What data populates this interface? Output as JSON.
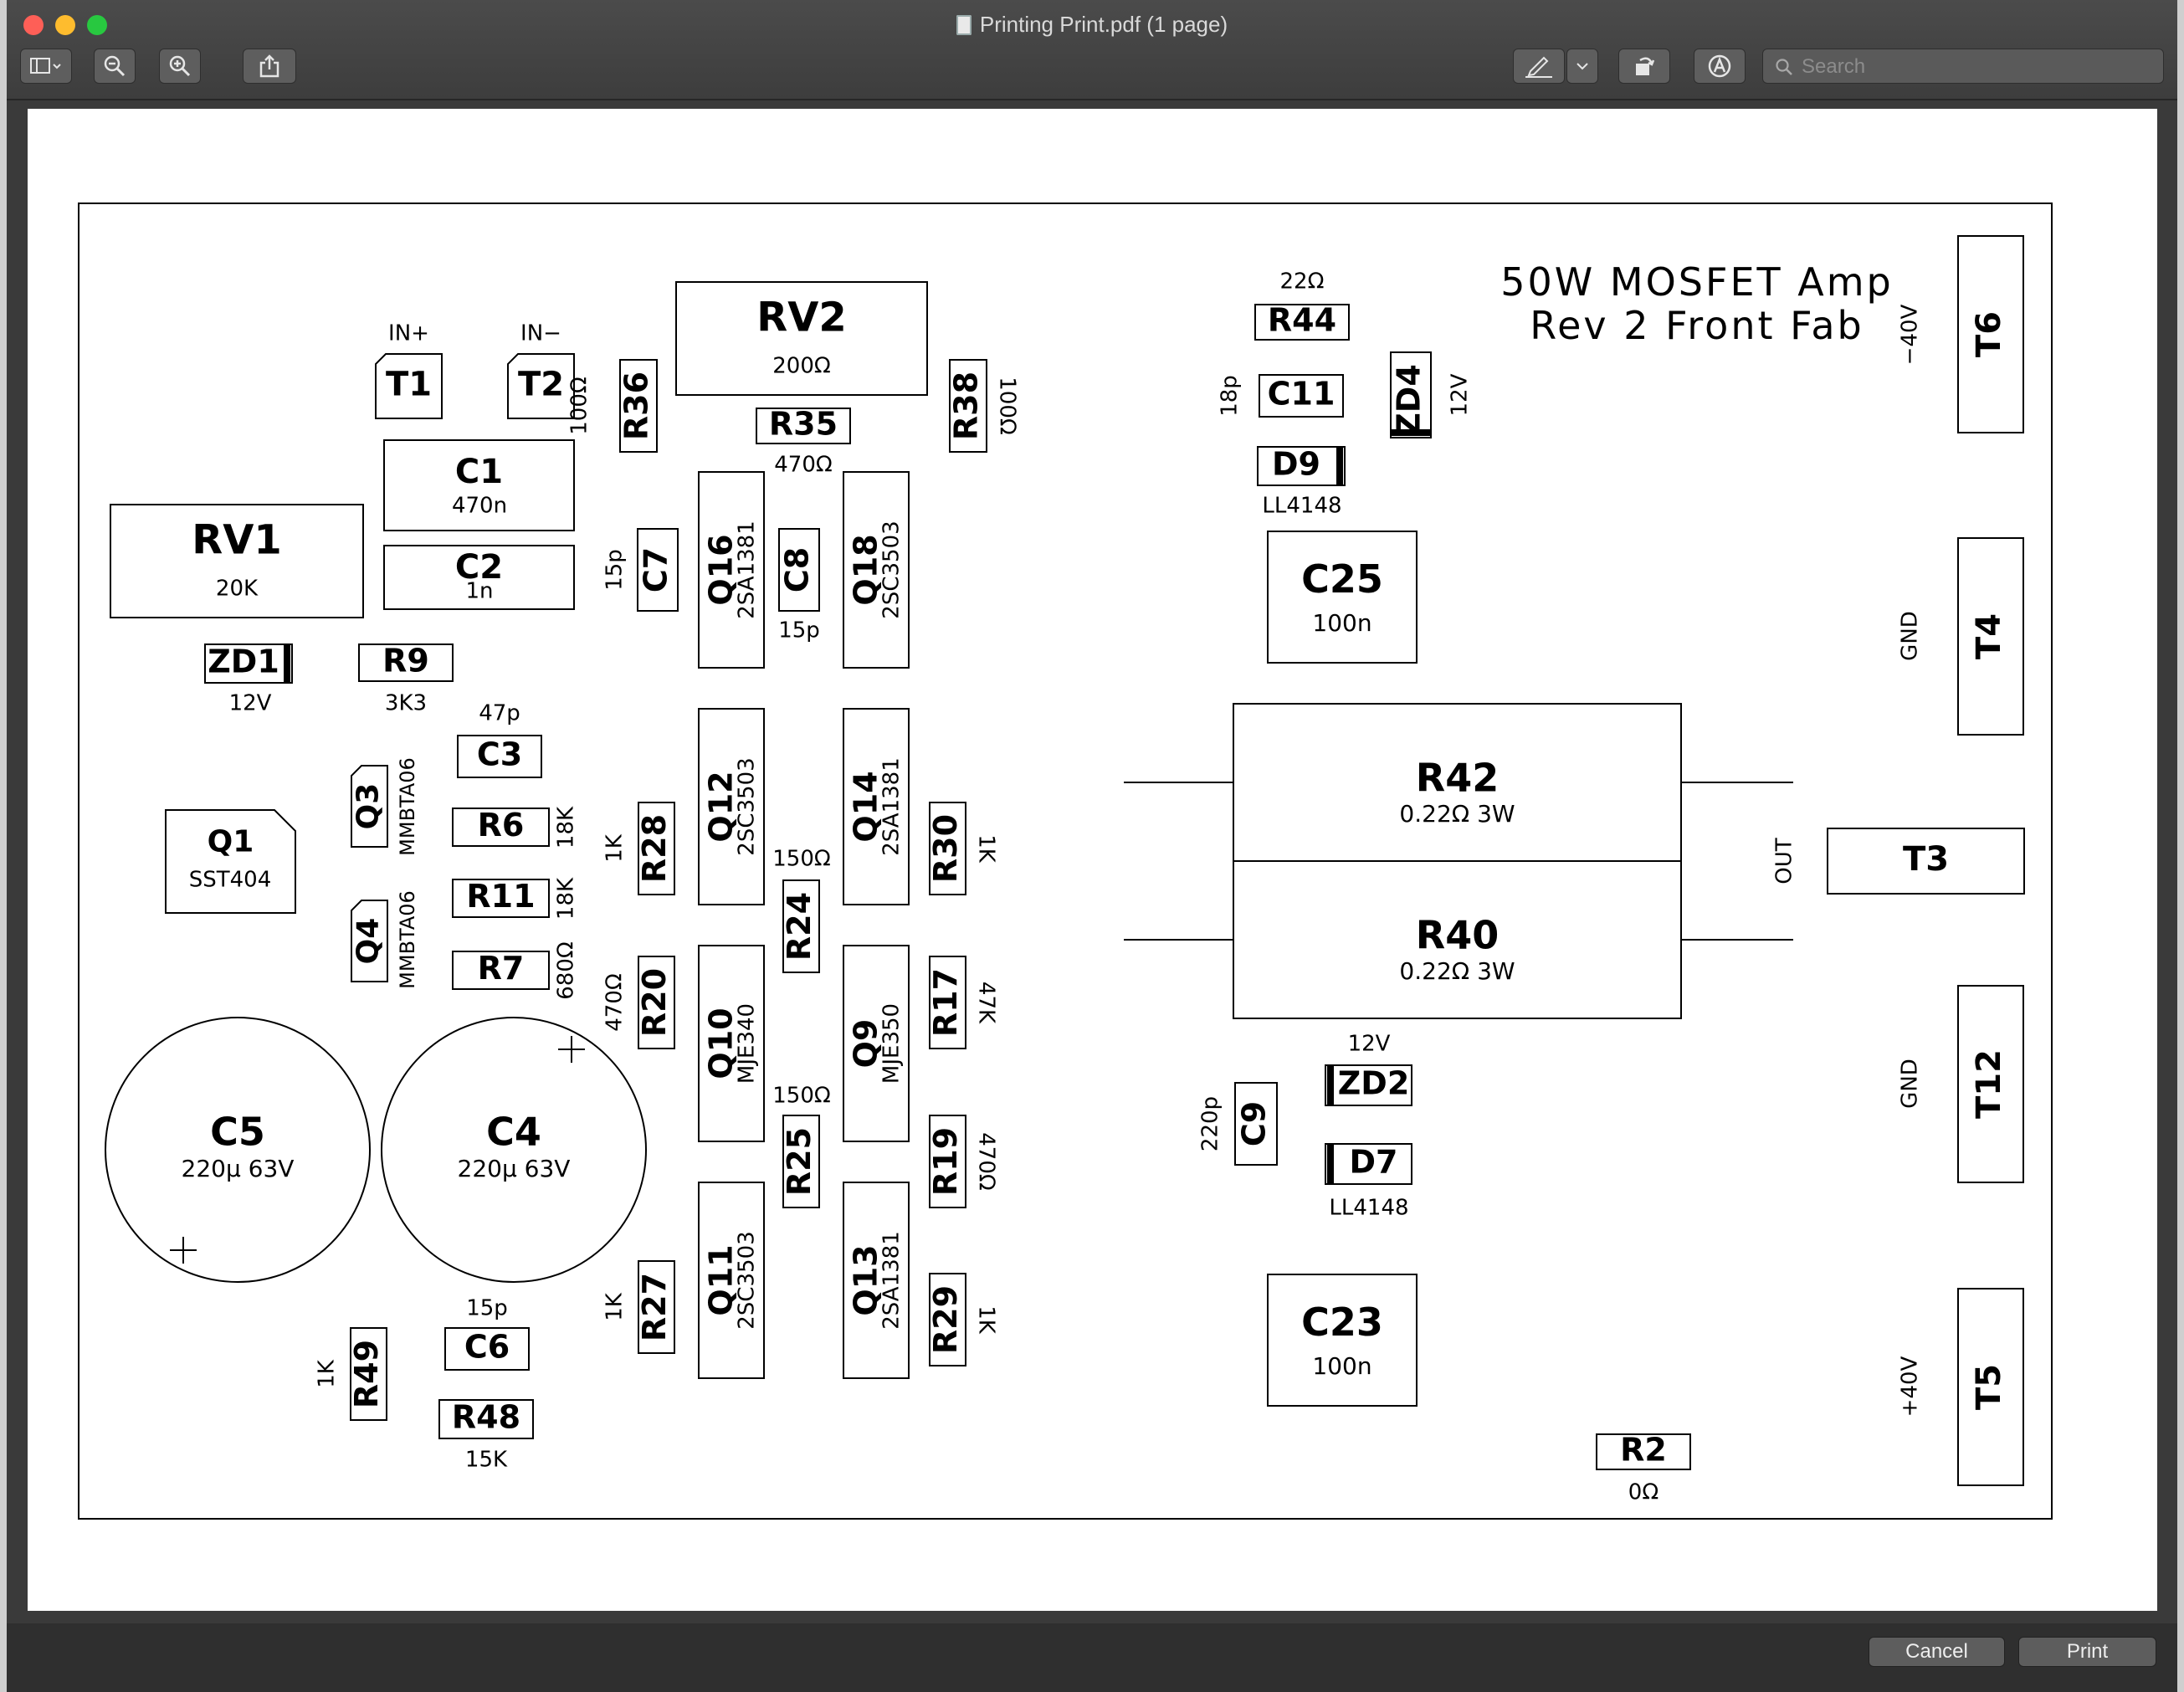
{
  "window": {
    "title": "Printing Print.pdf (1 page)"
  },
  "toolbar": {
    "search_placeholder": "Search"
  },
  "buttons": {
    "cancel": "Cancel",
    "print": "Print"
  },
  "board": {
    "title_lines": [
      "50W MOSFET Amp",
      "Rev 2 Front Fab"
    ],
    "components": [
      {
        "ref": "RV2",
        "value": "200Ω"
      },
      {
        "ref": "RV1",
        "value": "20K"
      },
      {
        "ref": "T1",
        "value": "IN+"
      },
      {
        "ref": "T2",
        "value": "IN−"
      },
      {
        "ref": "R36",
        "value": "100Ω"
      },
      {
        "ref": "R35",
        "value": "470Ω"
      },
      {
        "ref": "R38",
        "value": "100Ω"
      },
      {
        "ref": "C1",
        "value": "470n"
      },
      {
        "ref": "C2",
        "value": "1n"
      },
      {
        "ref": "C7",
        "value": "15p"
      },
      {
        "ref": "Q16",
        "value": "2SA1381"
      },
      {
        "ref": "C8",
        "value": "15p"
      },
      {
        "ref": "Q18",
        "value": "2SC3503"
      },
      {
        "ref": "ZD1",
        "value": "12V"
      },
      {
        "ref": "R9",
        "value": "3K3"
      },
      {
        "ref": "C3",
        "value": "47p"
      },
      {
        "ref": "Q1",
        "value": "SST404"
      },
      {
        "ref": "Q3",
        "value": "MMBTA06"
      },
      {
        "ref": "Q4",
        "value": "MMBTA06"
      },
      {
        "ref": "R6",
        "value": "18K"
      },
      {
        "ref": "R11",
        "value": "18K"
      },
      {
        "ref": "R7",
        "value": "680Ω"
      },
      {
        "ref": "R28",
        "value": "1K"
      },
      {
        "ref": "Q12",
        "value": "2SC3503"
      },
      {
        "ref": "R24",
        "value": "150Ω"
      },
      {
        "ref": "Q14",
        "value": "2SA1381"
      },
      {
        "ref": "R30",
        "value": "1K"
      },
      {
        "ref": "R20",
        "value": "470Ω"
      },
      {
        "ref": "Q10",
        "value": "MJE340"
      },
      {
        "ref": "Q9",
        "value": "MJE350"
      },
      {
        "ref": "R17",
        "value": "47K"
      },
      {
        "ref": "R25",
        "value": "150Ω"
      },
      {
        "ref": "R19",
        "value": "470Ω"
      },
      {
        "ref": "C5",
        "value": "220µ 63V"
      },
      {
        "ref": "C4",
        "value": "220µ 63V"
      },
      {
        "ref": "R27",
        "value": "1K"
      },
      {
        "ref": "Q11",
        "value": "2SC3503"
      },
      {
        "ref": "Q13",
        "value": "2SA1381"
      },
      {
        "ref": "R29",
        "value": "1K"
      },
      {
        "ref": "C6",
        "value": "15p"
      },
      {
        "ref": "R49",
        "value": "1K"
      },
      {
        "ref": "R48",
        "value": "15K"
      },
      {
        "ref": "R44",
        "value": "22Ω"
      },
      {
        "ref": "C11",
        "value": "18p"
      },
      {
        "ref": "ZD4",
        "value": "12V"
      },
      {
        "ref": "D9",
        "value": "LL4148"
      },
      {
        "ref": "C25",
        "value": "100n"
      },
      {
        "ref": "R42",
        "value": "0.22Ω 3W"
      },
      {
        "ref": "R40",
        "value": "0.22Ω 3W"
      },
      {
        "ref": "ZD2",
        "value": "12V"
      },
      {
        "ref": "C9",
        "value": "220p"
      },
      {
        "ref": "D7",
        "value": "LL4148"
      },
      {
        "ref": "C23",
        "value": "100n"
      },
      {
        "ref": "R2",
        "value": "0Ω"
      },
      {
        "ref": "T6",
        "value": "−40V"
      },
      {
        "ref": "T4",
        "value": "GND"
      },
      {
        "ref": "T3",
        "value": "OUT"
      },
      {
        "ref": "T12",
        "value": "GND"
      },
      {
        "ref": "T5",
        "value": "+40V"
      }
    ]
  }
}
